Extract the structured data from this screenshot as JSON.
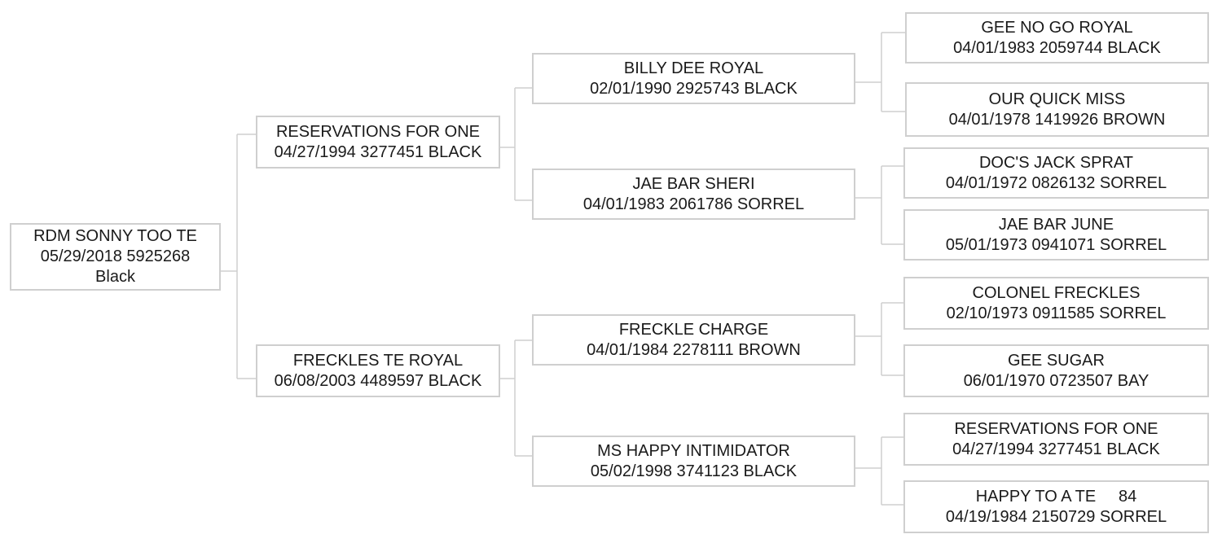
{
  "pedigree": {
    "subject": {
      "line1": "RDM SONNY TOO TE",
      "line2": "05/29/2018 5925268",
      "line3": "Black"
    },
    "sire": {
      "name": "RESERVATIONS FOR ONE",
      "info": "04/27/1994 3277451 BLACK"
    },
    "dam": {
      "name": "FRECKLES TE ROYAL",
      "info": "06/08/2003 4489597 BLACK"
    },
    "sire_sire": {
      "name": "BILLY DEE ROYAL",
      "info": "02/01/1990 2925743 BLACK"
    },
    "sire_dam": {
      "name": "JAE BAR SHERI",
      "info": "04/01/1983 2061786 SORREL"
    },
    "dam_sire": {
      "name": "FRECKLE CHARGE",
      "info": "04/01/1984 2278111 BROWN"
    },
    "dam_dam": {
      "name": "MS HAPPY INTIMIDATOR",
      "info": "05/02/1998 3741123 BLACK"
    },
    "sire_sire_sire": {
      "name": "GEE NO GO ROYAL",
      "info": "04/01/1983 2059744 BLACK"
    },
    "sire_sire_dam": {
      "name": "OUR QUICK MISS",
      "info": "04/01/1978 1419926 BROWN"
    },
    "sire_dam_sire": {
      "name": "DOC'S JACK SPRAT",
      "info": "04/01/1972 0826132 SORREL"
    },
    "sire_dam_dam": {
      "name": "JAE BAR JUNE",
      "info": "05/01/1973 0941071 SORREL"
    },
    "dam_sire_sire": {
      "name": "COLONEL FRECKLES",
      "info": "02/10/1973 0911585 SORREL"
    },
    "dam_sire_dam": {
      "name": "GEE SUGAR",
      "info": "06/01/1970 0723507 BAY"
    },
    "dam_dam_sire": {
      "name": "RESERVATIONS FOR ONE",
      "info": "04/27/1994 3277451 BLACK"
    },
    "dam_dam_dam": {
      "name": "HAPPY TO A TE     84",
      "info": "04/19/1984 2150729 SORREL"
    }
  },
  "colors": {
    "border": "#cfcfcf",
    "text": "#1a1a1a",
    "background": "#ffffff"
  }
}
